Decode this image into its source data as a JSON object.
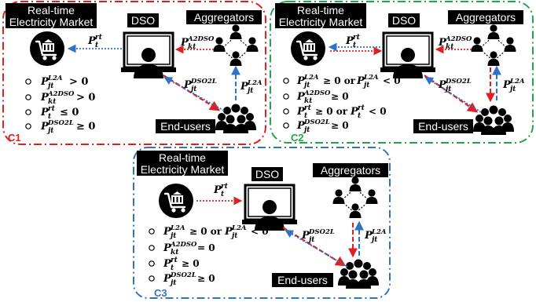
{
  "entities": {
    "market_line1": "Real-time",
    "market_line2": "Electricity Market",
    "dso": "DSO",
    "aggregators": "Aggregators",
    "end_users": "End-users"
  },
  "symbols": {
    "p": "P",
    "t": "t",
    "jt": "jt",
    "kt": "kt",
    "rt": "rt",
    "a2dso": "A2DSO",
    "dso2l": "DSO2L",
    "l2a": "L2A"
  },
  "panels": [
    {
      "tag": "C1",
      "color": "#e02020",
      "conditions": [
        {
          "var": "l2a",
          "rel": "> 0"
        },
        {
          "var": "a2dso",
          "rel": "> 0"
        },
        {
          "var": "rt",
          "rel": "≤ 0"
        },
        {
          "var": "dso2l",
          "rel": "≥ 0"
        }
      ]
    },
    {
      "tag": "C2",
      "color": "#1fa84a",
      "conditions": [
        {
          "var": "l2a",
          "rel": "≥ 0 or",
          "var2": "l2a",
          "rel2": "< 0"
        },
        {
          "var": "a2dso",
          "rel": "≥ 0"
        },
        {
          "var": "rt",
          "rel": "≥ 0 or",
          "var2": "rt",
          "rel2": "< 0"
        },
        {
          "var": "dso2l",
          "rel": "≥ 0"
        }
      ]
    },
    {
      "tag": "C3",
      "color": "#2f73c7",
      "conditions": [
        {
          "var": "l2a",
          "rel": "≥ 0 or",
          "var2": "l2a",
          "rel2": "< 0"
        },
        {
          "var": "a2dso",
          "rel": "= 0"
        },
        {
          "var": "rt",
          "rel": "≥ 0"
        },
        {
          "var": "dso2l",
          "rel": "≥ 0"
        }
      ]
    }
  ],
  "colors": {
    "red_flow": "#e02020",
    "blue_flow": "#2f73c7",
    "black": "#000000"
  }
}
